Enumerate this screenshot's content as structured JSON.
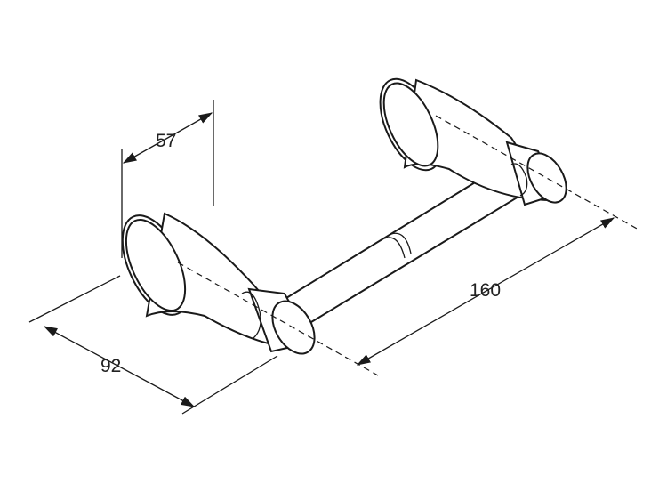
{
  "dimensions": {
    "projection": "57",
    "depth": "92",
    "length": "160"
  },
  "colors": {
    "line": "#1a1a1a",
    "background": "#ffffff"
  }
}
